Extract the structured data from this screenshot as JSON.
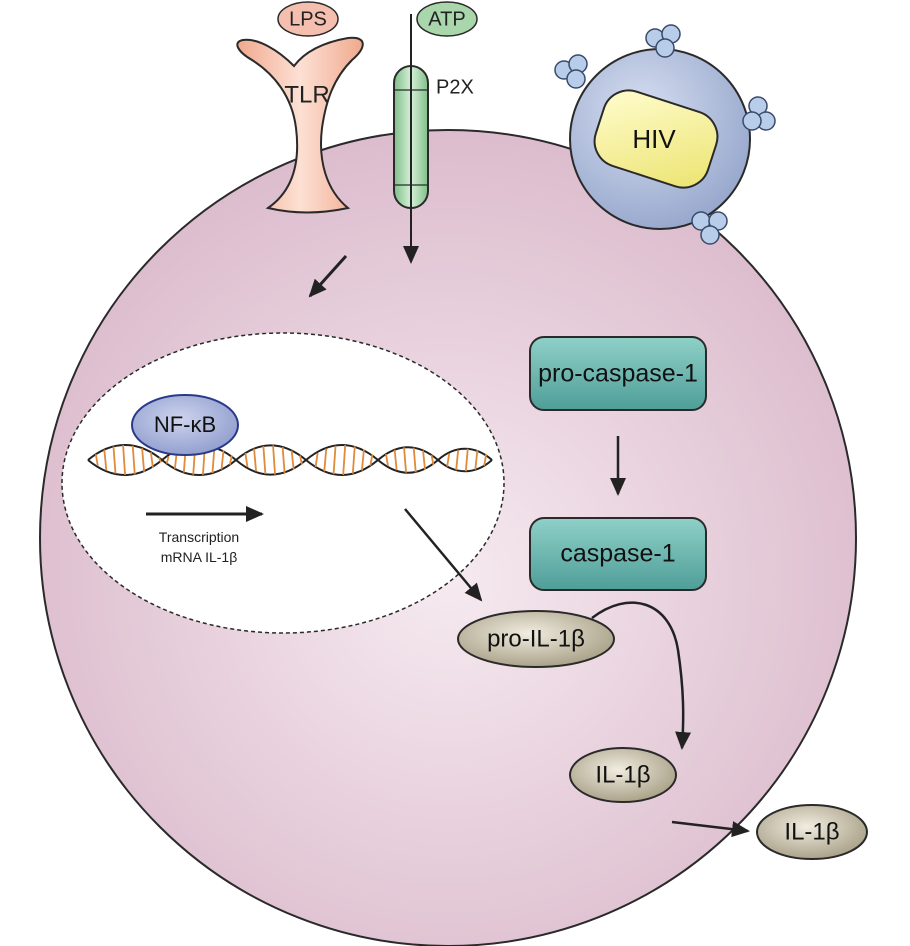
{
  "labels": {
    "lps": "LPS",
    "tlr": "TLR",
    "atp": "ATP",
    "p2x": "P2X",
    "hiv": "HIV",
    "nfkb": "NF-κB",
    "transcription": "Transcription",
    "mrna": "mRNA IL-1β",
    "pro_caspase": "pro-caspase-1",
    "caspase": "caspase-1",
    "pro_il1b": "pro-IL-1β",
    "il1b_inside": "IL-1β",
    "il1b_outside": "IL-1β"
  },
  "colors": {
    "cell": "#e6cad9",
    "tlr": "#f2b9a2",
    "lps": "#f4bfae",
    "atp": "#a9d6ab",
    "p2x": "#93c69a",
    "virus_envelope": "#a8b6d6",
    "virus_core": "#f8f29a",
    "nfkb": "#a3aed6",
    "dna_fill": "#e08a3a",
    "caspase_box": "#5fb0aa",
    "il1b": "#bdb5a0"
  },
  "icons": [
    "tlr-receptor-icon",
    "p2x-channel-icon",
    "hiv-virus-icon",
    "dna-helix-icon"
  ]
}
